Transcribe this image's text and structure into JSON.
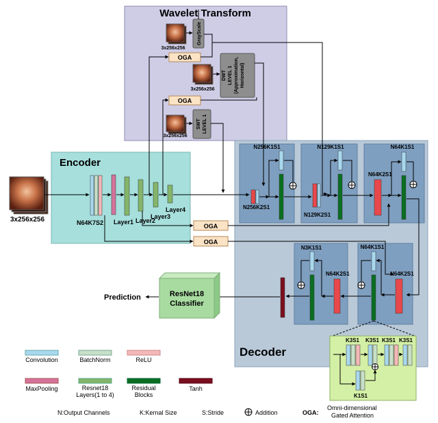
{
  "titles": {
    "wavelet": "Wavelet Transform",
    "encoder": "Encoder",
    "decoder": "Decoder"
  },
  "input": {
    "size": "3x256x256"
  },
  "wavelet": {
    "gray_img": "3x256x256",
    "gray_label": "GrayScale",
    "dwt_img": "3x256x256",
    "dwt_lines": [
      "DWT",
      "LEVEL 1",
      "(Approximation,",
      "Horizontal)"
    ],
    "swt_img": "3x256x256",
    "swt_lines": [
      "SWT",
      "LEVEL 1"
    ]
  },
  "oga_label": "OGA",
  "encoder": {
    "conv": "N64K7S2",
    "layers": [
      "Layer1",
      "Layer2",
      "Layer3",
      "Layer4"
    ]
  },
  "decoder": {
    "block1": {
      "top": "N256K1S1",
      "bottom": "N256K2S1"
    },
    "block2": {
      "top": "N129K1S1",
      "bottom": "N129K2S1"
    },
    "block3": {
      "top": "N64K1S1",
      "side": "N64K2S1"
    },
    "block4": {
      "top": "N64K1S1",
      "side": "N64K2S1"
    },
    "block5": {
      "top": "N3K1S1",
      "side": "N64K2S1"
    },
    "residual": {
      "convs": [
        "K3S1",
        "K3S1",
        "K3S1",
        "K3S1"
      ],
      "bottom": "K1S1"
    }
  },
  "classifier": {
    "line1": "ResNet18",
    "line2": "Classifier"
  },
  "prediction": "Prediction",
  "legend": {
    "items": [
      {
        "label": "Convolution",
        "color": "#a8d8ee"
      },
      {
        "label": "BatchNorm",
        "color": "#c8dfc8"
      },
      {
        "label": "ReLU",
        "color": "#f4b8b8"
      },
      {
        "label": "MaxPooling",
        "color": "#d5739b"
      },
      {
        "label": "Resnet18",
        "label2": "Layers(1 to 4)",
        "color": "#84b56a"
      },
      {
        "label": "Residual",
        "label2": "Blocks",
        "color": "#0b6e22"
      },
      {
        "label": "Tanh",
        "color": "#7b0f1e"
      }
    ],
    "notes": {
      "n": "N:Output Channels",
      "k": "K:Kernal Size",
      "s": "S:Stride",
      "add": "Addition",
      "oga_key": "OGA:",
      "oga_val1": "Omni-dimensional",
      "oga_val2": "Gated Attention"
    }
  },
  "colors": {
    "wavelet_bg": "#cfcde6",
    "encoder_bg": "#a6dfdc",
    "decoder_bg": "#b9c9d8",
    "block_bg": "#7f9fc0",
    "residual_bg": "#d4f0a6",
    "oga_bg": "#fbe3c6",
    "classifier_bg": "#a8dba0"
  },
  "icons": [
    "input-image-icon",
    "plus-circle-icon",
    "arrow-icon"
  ]
}
